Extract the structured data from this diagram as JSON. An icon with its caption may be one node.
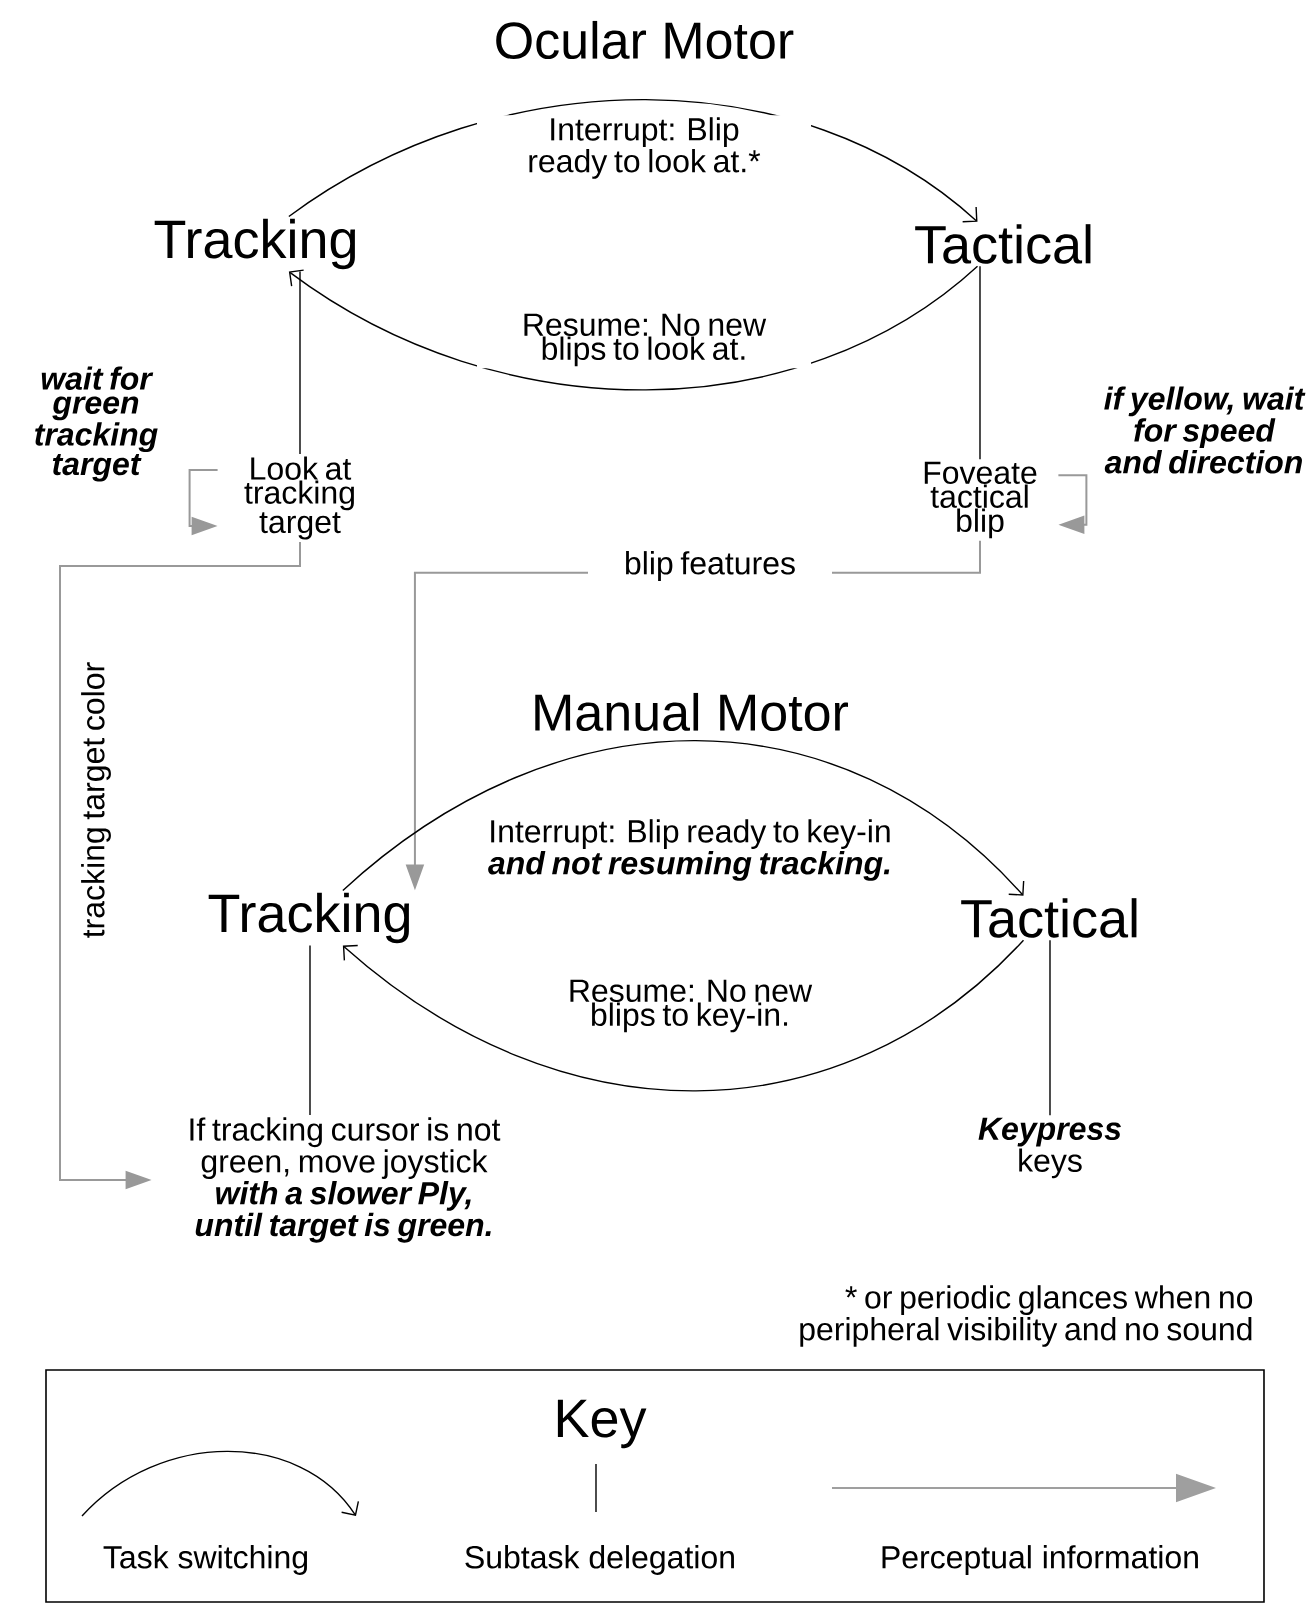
{
  "diagram": {
    "nodes": [
      {
        "text": [
          "Tracking"
        ]
      },
      {
        "text": [
          "Tactical"
        ]
      },
      {
        "text": [
          "Look at tracking target"
        ]
      },
      {
        "text": [
          "Foveate tactical blip"
        ]
      },
      {
        "text": [
          "Tracking"
        ]
      },
      {
        "text": [
          "Tactical"
        ]
      },
      {
        "text": [
          "If tracking cursor is not green, move joystick **with a slower Ply, until target is green.**"
        ]
      },
      {
        "text": [
          "**Keypress** keys"
        ]
      },
      {
        "text": [
          "Key"
        ]
      }
    ],
    "edges": [
      {
        "from": 0,
        "to": 1,
        "arrow": "to",
        "label": "Interrupt: Blip ready to look at.*"
      },
      {
        "from": 1,
        "to": 0,
        "arrow": "to",
        "label": "Resume: No new blips to look at."
      },
      {
        "from": 0,
        "to": 2,
        "arrow": "none"
      },
      {
        "from": 1,
        "to": 3,
        "arrow": "none"
      },
      {
        "from": 2,
        "to": 2,
        "arrow": "to",
        "color": "#999999",
        "label": "wait for green tracking target"
      },
      {
        "from": 3,
        "to": 3,
        "arrow": "to",
        "color": "#999999",
        "label": "if yellow, wait for speed and direction"
      },
      {
        "from": 3,
        "to": 4,
        "arrow": "to",
        "color": "#999999",
        "label": "blip features"
      },
      {
        "from": 2,
        "to": 6,
        "arrow": "to",
        "color": "#999999",
        "label": "tracking target color"
      },
      {
        "from": 4,
        "to": 5,
        "arrow": "to",
        "label": "Interrupt: Blip ready to key-in **and not resuming tracking.**"
      },
      {
        "from": 5,
        "to": 4,
        "arrow": "to",
        "label": "Resume: No new blips to key-in."
      },
      {
        "from": 4,
        "to": 6,
        "arrow": "none"
      },
      {
        "from": 5,
        "to": 7,
        "arrow": "none"
      }
    ],
    "labels": [
      "Ocular Motor",
      "Manual Motor",
      "* or periodic glances when no peripheral visibility and no sound"
    ],
    "legend": [
      {
        "text": "Task switching"
      },
      {
        "text": "Subtask delegation"
      },
      {
        "text": "Perceptual information"
      }
    ]
  }
}
